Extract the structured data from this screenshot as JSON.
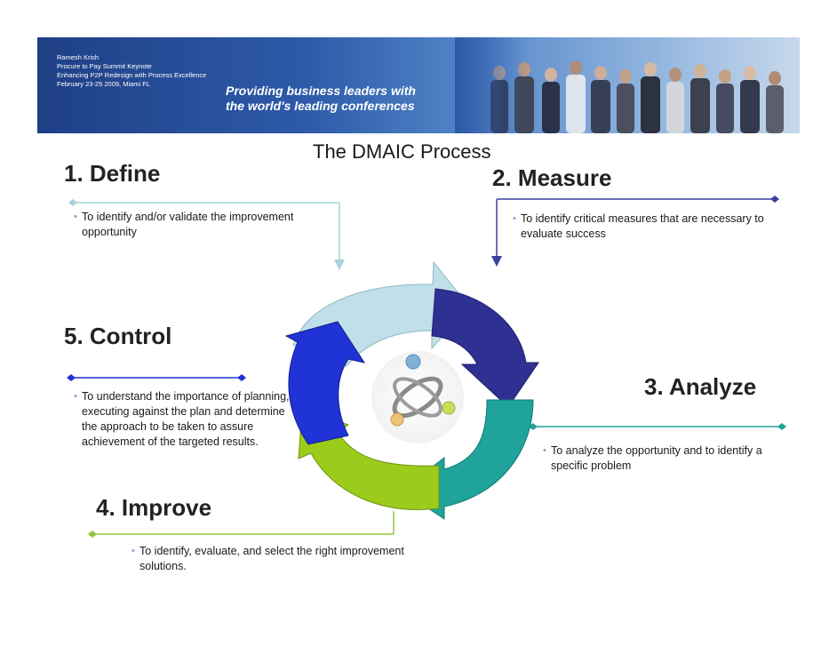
{
  "banner": {
    "meta_lines": [
      "Ramesh Krish",
      "Procure to Pay Summit Keynote",
      "Enhancing P2P Redesign with Process Excellence",
      "February 23-25 2009, Miami FL"
    ],
    "tagline_lines": [
      "Providing business leaders with",
      "the world's leading conferences"
    ]
  },
  "title": "The DMAIC Process",
  "phases": {
    "define": {
      "heading": "1. Define",
      "bullet": "•",
      "description": "To identify and/or validate the improvement opportunity"
    },
    "measure": {
      "heading": "2.  Measure",
      "bullet": "•",
      "description": "To identify critical measures that are necessary to evaluate success"
    },
    "analyze": {
      "heading": "3. Analyze",
      "bullet": "•",
      "description": "To analyze the opportunity and to identify a specific problem"
    },
    "improve": {
      "heading": "4. Improve",
      "bullet": "•",
      "description": "To identify, evaluate, and select the right improvement solutions."
    },
    "control": {
      "heading": "5. Control",
      "bullet": "•",
      "description": "To understand the importance of planning, executing against the plan and determine the approach to be taken to assure achievement of the targeted results."
    }
  },
  "colors": {
    "define": "#bfe0e8",
    "measure": "#2e3192",
    "analyze": "#1fa39a",
    "improve": "#9ccc1b",
    "control": "#1f33d6",
    "define_line": "#a9d3dc",
    "measure_line": "#3b3f9c",
    "analyze_line": "#1fa39a",
    "improve_line": "#8cc63f",
    "control_line": "#1f33d6"
  }
}
